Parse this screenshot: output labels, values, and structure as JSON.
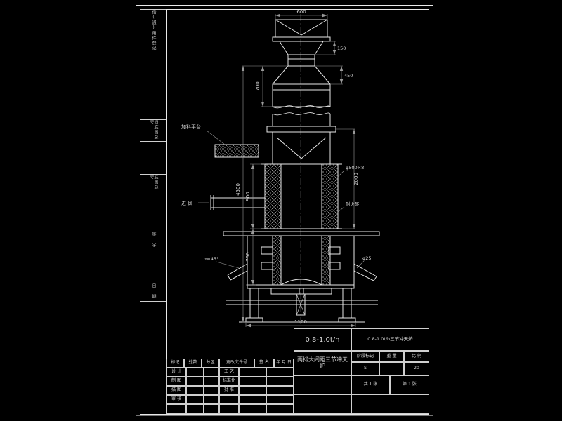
{
  "colors": {
    "bg": "#000000",
    "line": "#ffffff"
  },
  "margin": {
    "blocks": [
      {
        "label": "借(通)用件登记"
      },
      {
        "label": "旧底图总号"
      },
      {
        "label": "底图总号"
      },
      {
        "label": "签 字"
      },
      {
        "label": "日 期"
      }
    ]
  },
  "drawing": {
    "labels": {
      "charging_platform": "加料平台",
      "air_inlet": "进 风",
      "shell_spec": "φ500×8",
      "lining": "耐火砖",
      "spout_angle": "α=45°",
      "tap_hole": "φ25"
    },
    "dimensions": {
      "top_width": "600",
      "neck_height": "150",
      "flare_height": "450",
      "stack_height": "700",
      "shell_height": "900",
      "belt_height": "700",
      "total_height": "4500",
      "right_height": "2000",
      "base_width": "1100"
    }
  },
  "title_block": {
    "capacity": "0.8-1.0t/h",
    "product": "0.8-1.0t/h三节冲天炉",
    "drawing_name": "两排大间距三节冲天炉",
    "rev_headers": [
      "标记",
      "处数",
      "分区",
      "更改文件号",
      "签 名",
      "年 月 日"
    ],
    "roles": {
      "design": "设 计",
      "process": "工 艺",
      "draft": "制 图",
      "standard": "标准化",
      "trace": "描 图",
      "approve": "批 准",
      "check": "审 核"
    },
    "stage_label": "阶段标记",
    "weight_label": "重 量",
    "scale_label": "比 例",
    "stage_value": "S",
    "scale_value": "20",
    "sheet_total": "共 1 张",
    "sheet_no": "第 1 张"
  }
}
